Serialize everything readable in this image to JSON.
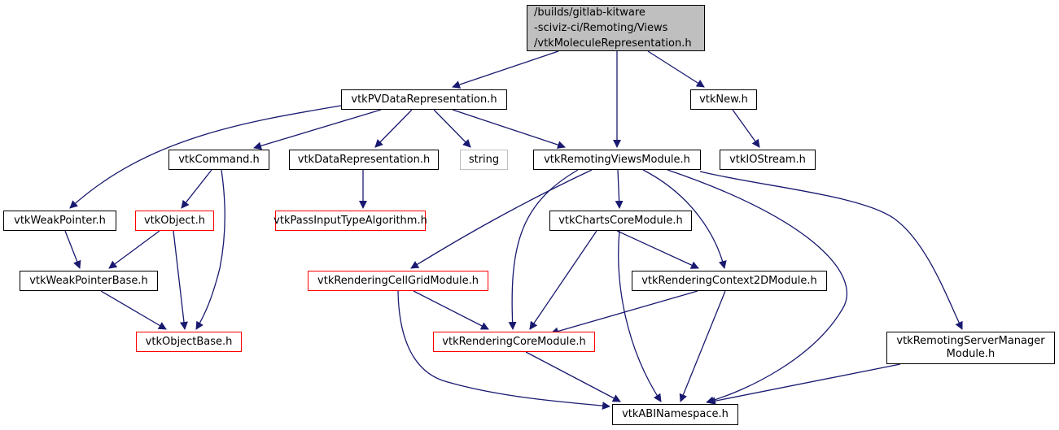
{
  "diagram": {
    "type": "include-dependency-graph",
    "colors": {
      "edge": "#191970",
      "root_fill": "#bfbfbf",
      "node_border": "#000000",
      "truncated_border": "#ff0000",
      "system_border": "#bfbfbf"
    },
    "nodes": [
      {
        "id": "root",
        "label": "/builds/gitlab-kitware\n-sciviz-ci/Remoting/Views\n/vtkMoleculeRepresentation.h",
        "kind": "root"
      },
      {
        "id": "pvdatarep",
        "label": "vtkPVDataRepresentation.h",
        "kind": "normal"
      },
      {
        "id": "vtknew",
        "label": "vtkNew.h",
        "kind": "normal"
      },
      {
        "id": "command",
        "label": "vtkCommand.h",
        "kind": "normal"
      },
      {
        "id": "datarep",
        "label": "vtkDataRepresentation.h",
        "kind": "normal"
      },
      {
        "id": "string",
        "label": "string",
        "kind": "system"
      },
      {
        "id": "remviews",
        "label": "vtkRemotingViewsModule.h",
        "kind": "normal"
      },
      {
        "id": "iostream",
        "label": "vtkIOStream.h",
        "kind": "normal"
      },
      {
        "id": "weakptr",
        "label": "vtkWeakPointer.h",
        "kind": "normal"
      },
      {
        "id": "object",
        "label": "vtkObject.h",
        "kind": "truncated"
      },
      {
        "id": "passinput",
        "label": "vtkPassInputTypeAlgorithm.h",
        "kind": "truncated"
      },
      {
        "id": "chartscore",
        "label": "vtkChartsCoreModule.h",
        "kind": "normal"
      },
      {
        "id": "weakptrbase",
        "label": "vtkWeakPointerBase.h",
        "kind": "normal"
      },
      {
        "id": "cellgrid",
        "label": "vtkRenderingCellGridModule.h",
        "kind": "truncated"
      },
      {
        "id": "context2d",
        "label": "vtkRenderingContext2DModule.h",
        "kind": "normal"
      },
      {
        "id": "objectbase",
        "label": "vtkObjectBase.h",
        "kind": "truncated"
      },
      {
        "id": "renderingcore",
        "label": "vtkRenderingCoreModule.h",
        "kind": "truncated"
      },
      {
        "id": "servermanager",
        "label": "vtkRemotingServerManager\nModule.h",
        "kind": "normal"
      },
      {
        "id": "abins",
        "label": "vtkABINamespace.h",
        "kind": "normal"
      }
    ],
    "edges": [
      [
        "root",
        "pvdatarep"
      ],
      [
        "root",
        "remviews"
      ],
      [
        "root",
        "vtknew"
      ],
      [
        "pvdatarep",
        "weakptr"
      ],
      [
        "pvdatarep",
        "command"
      ],
      [
        "pvdatarep",
        "datarep"
      ],
      [
        "pvdatarep",
        "string"
      ],
      [
        "pvdatarep",
        "remviews"
      ],
      [
        "vtknew",
        "iostream"
      ],
      [
        "command",
        "object"
      ],
      [
        "command",
        "objectbase"
      ],
      [
        "datarep",
        "passinput"
      ],
      [
        "weakptr",
        "weakptrbase"
      ],
      [
        "object",
        "weakptrbase"
      ],
      [
        "object",
        "objectbase"
      ],
      [
        "weakptrbase",
        "objectbase"
      ],
      [
        "remviews",
        "cellgrid"
      ],
      [
        "remviews",
        "renderingcore"
      ],
      [
        "remviews",
        "chartscore"
      ],
      [
        "remviews",
        "context2d"
      ],
      [
        "remviews",
        "abins"
      ],
      [
        "remviews",
        "servermanager"
      ],
      [
        "chartscore",
        "renderingcore"
      ],
      [
        "chartscore",
        "context2d"
      ],
      [
        "chartscore",
        "abins"
      ],
      [
        "cellgrid",
        "renderingcore"
      ],
      [
        "cellgrid",
        "abins"
      ],
      [
        "context2d",
        "renderingcore"
      ],
      [
        "context2d",
        "abins"
      ],
      [
        "renderingcore",
        "abins"
      ],
      [
        "servermanager",
        "abins"
      ]
    ]
  }
}
